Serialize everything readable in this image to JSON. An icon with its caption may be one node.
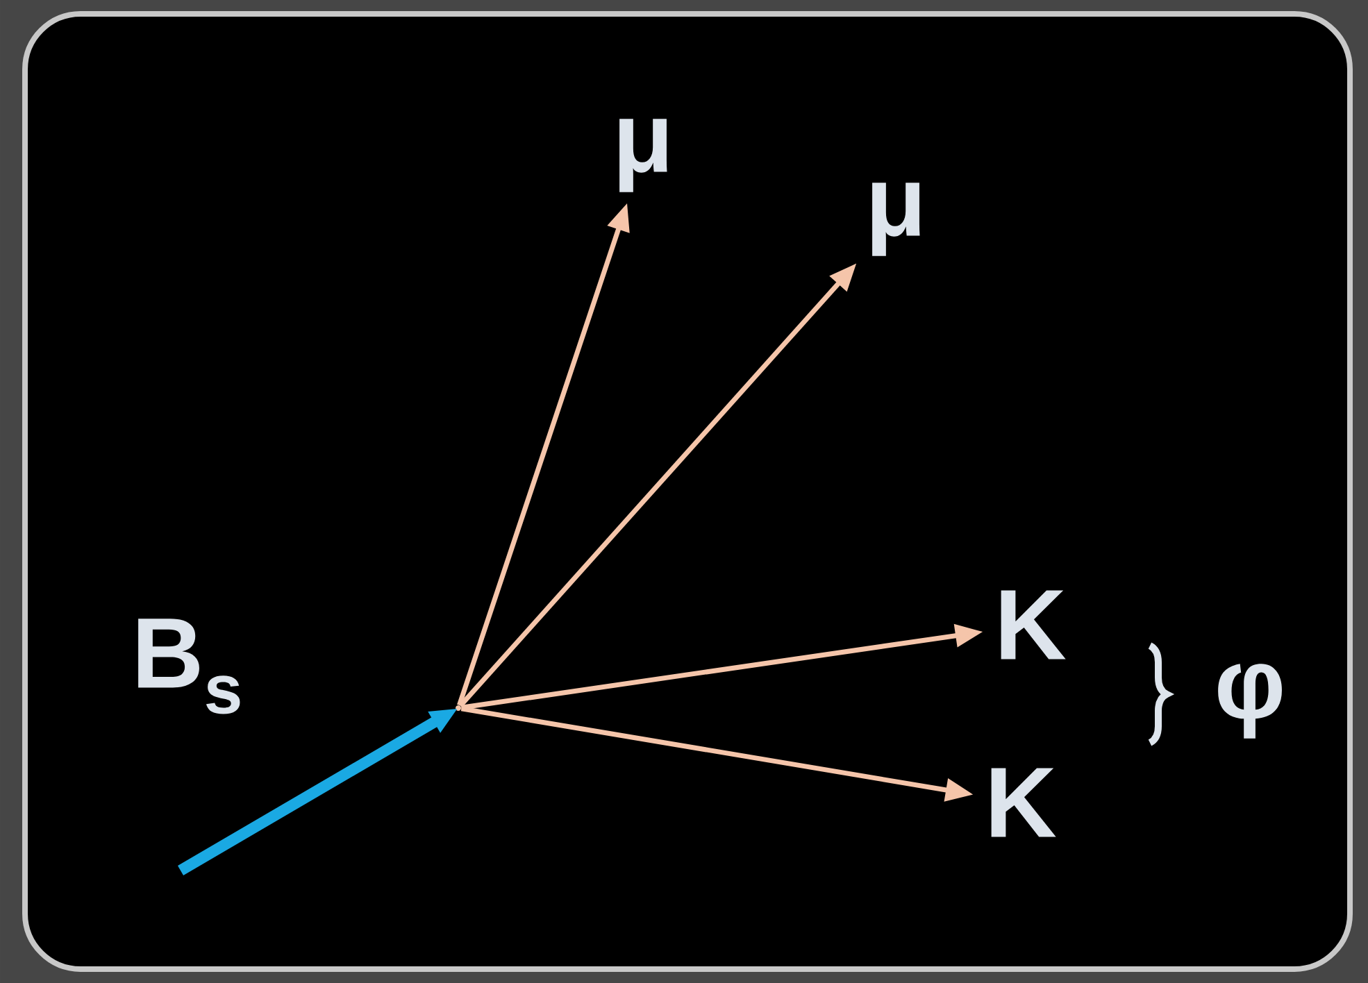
{
  "diagram": {
    "nodes": [
      {
        "text": [],
        "shape": "point"
      },
      {
        "text": [
          "μ"
        ]
      },
      {
        "text": [
          "μ"
        ]
      },
      {
        "text": [
          "K"
        ]
      },
      {
        "text": [
          "K"
        ]
      }
    ],
    "edges": [
      {
        "from": null,
        "to": 0,
        "arrow": "to",
        "style": "thick",
        "color": "#1aa9e3"
      },
      {
        "from": 0,
        "to": 1,
        "arrow": "to"
      },
      {
        "from": 0,
        "to": 2,
        "arrow": "to"
      },
      {
        "from": 0,
        "to": 3,
        "arrow": "to"
      },
      {
        "from": 0,
        "to": 4,
        "arrow": "to"
      }
    ],
    "labels": [
      "B$_{s}$",
      "φ"
    ]
  }
}
